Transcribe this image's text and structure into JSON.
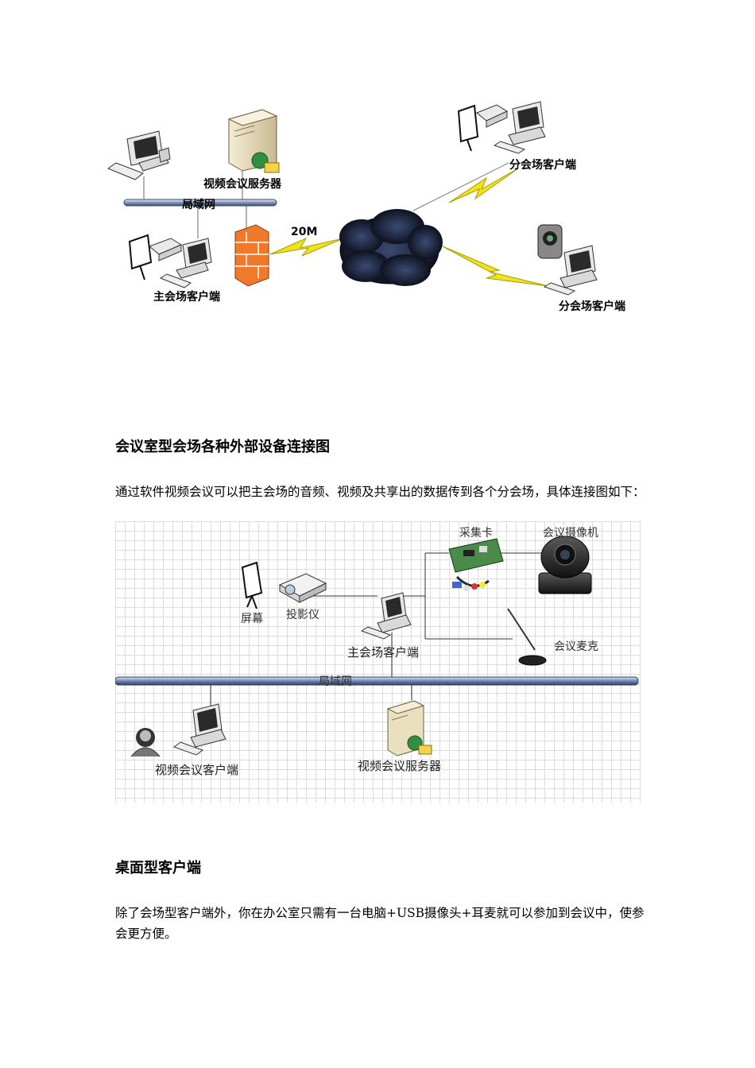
{
  "diagram1": {
    "labels": {
      "video_server": "视频会议服务器",
      "lan": "局域网",
      "bandwidth": "20M",
      "main_client": "主会场客户端",
      "branch_client_top": "分会场客户端",
      "branch_client_bottom": "分会场客户端"
    }
  },
  "section1": {
    "heading": "会议室型会场各种外部设备连接图",
    "paragraph": "通过软件视频会议可以把主会场的音频、视频及共享出的数据传到各个分会场，具体连接图如下："
  },
  "diagram2": {
    "labels": {
      "capture_card": "采集卡",
      "camera": "会议摄像机",
      "screen": "屏幕",
      "projector": "投影仪",
      "microphone": "会议麦克",
      "main_client": "主会场客户端",
      "lan": "局域网",
      "video_client": "视频会议客户端",
      "video_server": "视频会议服务器"
    }
  },
  "section2": {
    "heading": "桌面型客户端",
    "paragraph": "除了会场型客户端外，你在办公室只需有一台电脑+USB摄像头+耳麦就可以参加到会议中，使参会更方便。"
  }
}
